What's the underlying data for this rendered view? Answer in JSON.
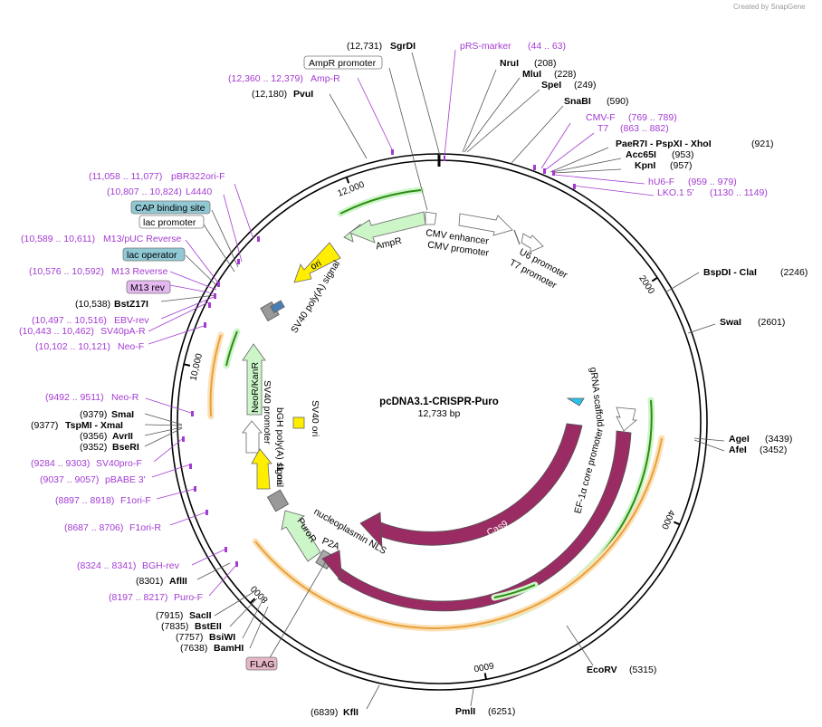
{
  "watermark": "Created by SnapGene",
  "plasmid": {
    "name": "pcDNA3.1-CRISPR-Puro",
    "size": "12,733 bp",
    "length": 12733
  },
  "ticks": [
    {
      "pos": 2000,
      "label": "2000"
    },
    {
      "pos": 4000,
      "label": "4000"
    },
    {
      "pos": 6000,
      "label": "6000"
    },
    {
      "pos": 8000,
      "label": "8000"
    },
    {
      "pos": 10000,
      "label": "10,000"
    },
    {
      "pos": 12000,
      "label": "12,000"
    }
  ],
  "sites": [
    {
      "pos": "(12,731)",
      "name": "SgrDI"
    },
    {
      "pos": "(208)",
      "name": "NruI"
    },
    {
      "pos": "(228)",
      "name": "MluI"
    },
    {
      "pos": "(249)",
      "name": "SpeI"
    },
    {
      "pos": "(590)",
      "name": "SnaBI"
    },
    {
      "pos": "(921)",
      "name": "PaeR7I - PspXI - XhoI"
    },
    {
      "pos": "(953)",
      "name": "Acc65I"
    },
    {
      "pos": "(957)",
      "name": "KpnI"
    },
    {
      "pos": "(2246)",
      "name": "BspDI - ClaI"
    },
    {
      "pos": "(2601)",
      "name": "SwaI"
    },
    {
      "pos": "(3439)",
      "name": "AgeI"
    },
    {
      "pos": "(3452)",
      "name": "AfeI"
    },
    {
      "pos": "(5315)",
      "name": "EcoRV"
    },
    {
      "pos": "(6251)",
      "name": "PmlI"
    },
    {
      "pos": "(6839)",
      "name": "KflI"
    },
    {
      "pos": "(12,180)",
      "name": "PvuI"
    },
    {
      "pos": "(10,538)",
      "name": "BstZ17I"
    },
    {
      "pos": "(9379)",
      "name": "SmaI"
    },
    {
      "pos": "(9377)",
      "name": "TspMI - XmaI"
    },
    {
      "pos": "(9356)",
      "name": "AvrII"
    },
    {
      "pos": "(9352)",
      "name": "BseRI"
    },
    {
      "pos": "(8301)",
      "name": "AflII"
    },
    {
      "pos": "(7915)",
      "name": "SacII"
    },
    {
      "pos": "(7835)",
      "name": "BstEII"
    },
    {
      "pos": "(7757)",
      "name": "BsiWI"
    },
    {
      "pos": "(7638)",
      "name": "BamHI"
    }
  ],
  "primers": [
    {
      "name": "pRS-marker",
      "range": "(44 .. 63)"
    },
    {
      "name": "CMV-F",
      "range": "(769 .. 789)"
    },
    {
      "name": "T7",
      "range": "(863 .. 882)"
    },
    {
      "name": "hU6-F",
      "range": "(959 .. 979)"
    },
    {
      "name": "LKO.1 5'",
      "range": "(1130 .. 1149)"
    },
    {
      "name": "Amp-R",
      "range": "(12,360 .. 12,379)"
    },
    {
      "name": "pBR322ori-F",
      "range": "(11,058 .. 11,077)"
    },
    {
      "name": "L4440",
      "range": "(10,807 .. 10,824)"
    },
    {
      "name": "M13/pUC Reverse",
      "range": "(10,589 .. 10,611)"
    },
    {
      "name": "M13 Reverse",
      "range": "(10,576 .. 10,592)"
    },
    {
      "name": "EBV-rev",
      "range": "(10,497 .. 10,516)"
    },
    {
      "name": "SV40pA-R",
      "range": "(10,443 .. 10,462)"
    },
    {
      "name": "Neo-F",
      "range": "(10,102 .. 10,121)"
    },
    {
      "name": "Neo-R",
      "range": "(9492 .. 9511)"
    },
    {
      "name": "SV40pro-F",
      "range": "(9284 .. 9303)"
    },
    {
      "name": "pBABE 3'",
      "range": "(9037 .. 9057)"
    },
    {
      "name": "F1ori-F",
      "range": "(8897 .. 8918)"
    },
    {
      "name": "F1ori-R",
      "range": "(8687 .. 8706)"
    },
    {
      "name": "BGH-rev",
      "range": "(8324 .. 8341)"
    },
    {
      "name": "Puro-F",
      "range": "(8197 .. 8217)"
    }
  ],
  "boxed": [
    {
      "name": "AmpR promoter",
      "style": "white"
    },
    {
      "name": "CAP binding site",
      "style": "teal"
    },
    {
      "name": "lac promoter",
      "style": "white"
    },
    {
      "name": "lac operator",
      "style": "teal"
    },
    {
      "name": "M13 rev",
      "style": "violet"
    },
    {
      "name": "FLAG",
      "style": "pink"
    }
  ],
  "features": {
    "ampr": "AmpR",
    "cmv_enh": "CMV enhancer",
    "cmv_prom": "CMV promoter",
    "u6": "U6 promoter",
    "t7": "T7 promoter",
    "ori": "ori",
    "sv40pa": "SV40 poly(A) signal",
    "neor": "NeoR/KanR",
    "sv40prom": "SV40 promoter",
    "bgh": "bGH poly(A) signal",
    "f1": "f1 ori",
    "sv40ori": "SV40 ori",
    "grna": "gRNA scaffold",
    "ef1a": "EF-1α core promoter",
    "cas9a": "Cas9",
    "cas9b": "Cas9",
    "nls": "nucleoplasmin NLS",
    "p2a": "P2A",
    "puro": "PuroR"
  },
  "colors": {
    "primer": "#a33bd1",
    "cas9": "#9b2c63",
    "ampr_fill": "#ccf5c8",
    "ori_fill": "#ffee00",
    "green_line": "#2e8b12",
    "orange_line": "#e8a13a",
    "teal_box": "#90c8d4",
    "pink_box": "#e6b7c7",
    "violet_box": "#e6b8f2",
    "grna": "#29c3ea"
  }
}
